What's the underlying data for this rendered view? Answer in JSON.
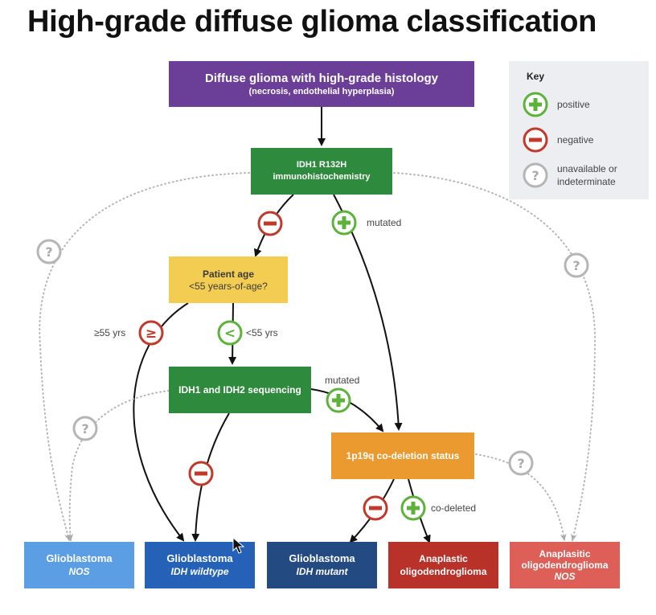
{
  "title": "High-grade diffuse glioma classification",
  "nodes": {
    "start": {
      "title": "Diffuse glioma with high-grade histology",
      "sub": "(necrosis, endothelial hyperplasia)"
    },
    "ihc": {
      "line1": "IDH1 R132H",
      "line2": "immunohistochemistry"
    },
    "age": {
      "title": "Patient age",
      "sub": "<55 years-of-age?"
    },
    "seq": {
      "title": "IDH1 and IDH2 sequencing"
    },
    "codel": {
      "title": "1p19q co-deletion status"
    }
  },
  "outcomes": {
    "gbm_nos": {
      "name": "Glioblastoma",
      "qual": "NOS"
    },
    "gbm_wt": {
      "name": "Glioblastoma",
      "qual": "IDH wildtype"
    },
    "gbm_mut": {
      "name": "Glioblastoma",
      "qual": "IDH mutant"
    },
    "ao": {
      "line1": "Anaplastic",
      "line2": "oligodendroglioma"
    },
    "ao_nos": {
      "line1": "Anaplasitic",
      "line2": "oligodendroglioma",
      "qual": "NOS"
    }
  },
  "edge_labels": {
    "ihc_mutated": "mutated",
    "ge55": "≥55 yrs",
    "lt55": "<55 yrs",
    "seq_mutated": "mutated",
    "codeleted": "co-deleted"
  },
  "badges": {
    "ge_symbol": "≥",
    "lt_symbol": "<",
    "unknown_symbol": "?"
  },
  "key": {
    "title": "Key",
    "positive": "positive",
    "negative": "negative",
    "unknown_line1": "unavailable or",
    "unknown_line2": "indeterminate"
  },
  "colors": {
    "purple": "#6b3e98",
    "green": "#2e8a3c",
    "yellow": "#f3cd52",
    "orange": "#ea9a2e",
    "light_blue": "#5b9ee3",
    "mid_blue": "#2461b7",
    "navy": "#244a82",
    "dark_red": "#b8322a",
    "salmon": "#dd5f58",
    "positive": "#5cb23a",
    "negative": "#c0392b",
    "unknown": "#b0b0b0"
  }
}
